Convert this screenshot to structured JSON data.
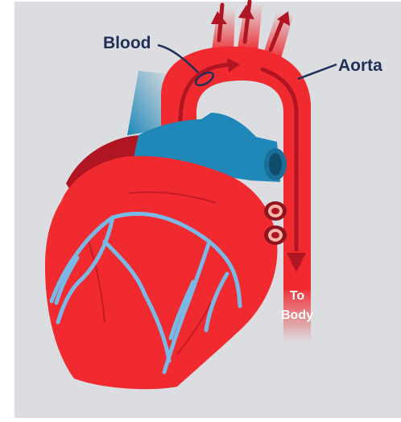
{
  "labels": {
    "blood": "Blood",
    "aorta": "Aorta",
    "to_line1": "To",
    "to_line2": "Body"
  },
  "colors": {
    "background": "#dcdde0",
    "heart_red": "#f02a2e",
    "heart_dark": "#b01522",
    "vessel_blue": "#1f88b8",
    "vessel_light": "#7ab8e6",
    "label_navy": "#1f2f57"
  }
}
